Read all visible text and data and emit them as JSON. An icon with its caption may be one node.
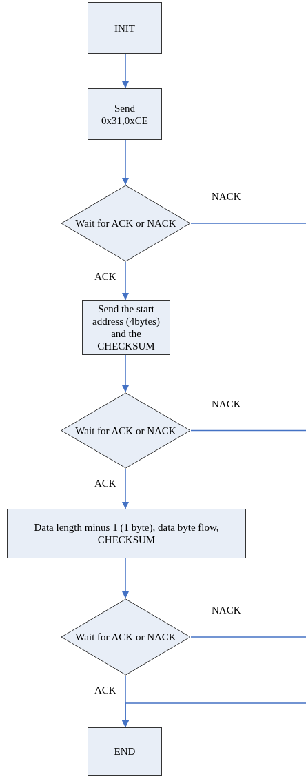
{
  "diagram": {
    "nodes": [
      {
        "text": [
          "INIT"
        ]
      },
      {
        "text": [
          "Send 0x31,0xCE"
        ]
      },
      {
        "text": [
          "Wait for ACK or NACK"
        ]
      },
      {
        "text": [
          "Send the start address (4bytes) and the CHECKSUM"
        ]
      },
      {
        "text": [
          "Wait for ACK or NACK"
        ]
      },
      {
        "text": [
          "Data length minus 1 (1 byte), data byte flow, CHECKSUM"
        ]
      },
      {
        "text": [
          "Wait for ACK or NACK"
        ]
      },
      {
        "text": [
          "END"
        ]
      }
    ],
    "edges": [
      {
        "from": 0,
        "to": 1,
        "arrow": "to"
      },
      {
        "from": 1,
        "to": 2,
        "arrow": "to"
      },
      {
        "from": 2,
        "to": null,
        "arrow": "none",
        "label": "NACK"
      },
      {
        "from": 2,
        "to": 3,
        "arrow": "to",
        "label": "ACK"
      },
      {
        "from": 3,
        "to": 4,
        "arrow": "to"
      },
      {
        "from": 4,
        "to": null,
        "arrow": "none",
        "label": "NACK"
      },
      {
        "from": 4,
        "to": 5,
        "arrow": "to",
        "label": "ACK"
      },
      {
        "from": 5,
        "to": 6,
        "arrow": "to"
      },
      {
        "from": 6,
        "to": null,
        "arrow": "none",
        "label": "NACK"
      },
      {
        "from": 6,
        "to": 7,
        "arrow": "to",
        "label": "ACK"
      },
      {
        "from": null,
        "to": 7,
        "arrow": "to"
      }
    ]
  }
}
